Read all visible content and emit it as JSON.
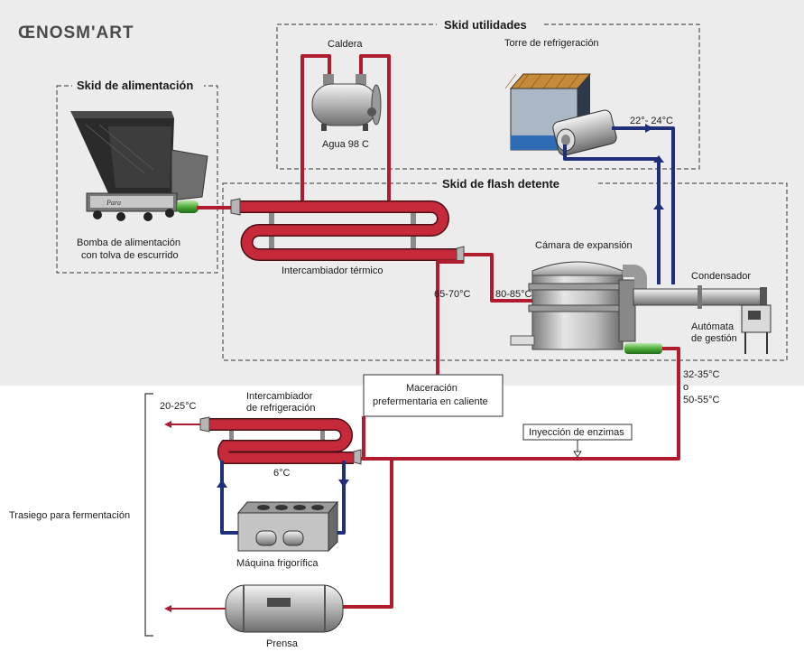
{
  "logo": "ŒNOSM'ART",
  "skids": {
    "alimentacion": "Skid de alimentación",
    "utilidades": "Skid utilidades",
    "flash": "Skid de flash detente"
  },
  "labels": {
    "caldera": "Caldera",
    "agua": "Agua 98 C",
    "torre": "Torre de refrigeración",
    "temp_torre": "22°- 24°C",
    "bomba_1": "Bomba de alimentación",
    "bomba_2": "con tolva de escurrido",
    "intercambiador_termico": "Intercambiador térmico",
    "camara": "Cámara de expansión",
    "condensador": "Condensador",
    "automata_1": "Autómata",
    "automata_2": "de gestión",
    "temp_65": "65-70°C",
    "temp_80": "80-85°C",
    "temp_32": "32-35°C",
    "temp_o": "o",
    "temp_50": "50-55°C",
    "maceracion_1": "Maceración",
    "maceracion_2": "prefermentaria en caliente",
    "enzimas": "Inyección de enzimas",
    "temp_20": "20-25°C",
    "inter_refr_1": "Intercambiador",
    "inter_refr_2": "de refrigeración",
    "temp_6": "6°C",
    "maquina": "Máquina frigorífica",
    "trasiego": "Trasiego para fermentación",
    "prensa": "Prensa",
    "pump_brand": "Para"
  },
  "colors": {
    "hot_pipe": "#b01c2e",
    "cold_pipe": "#1f2f7a",
    "background_panel": "#ececec"
  }
}
